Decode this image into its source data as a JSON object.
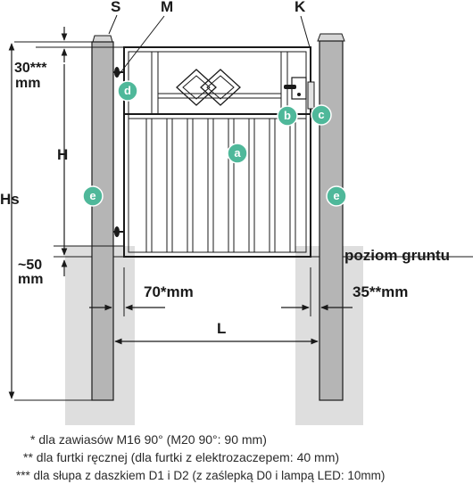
{
  "labels": {
    "top_s": "S",
    "top_m": "M",
    "top_k": "K",
    "dim_30": "30***",
    "dim_30_unit": "mm",
    "dim_h": "H",
    "dim_hs": "Hs",
    "dim_50": "~50",
    "dim_50_unit": "mm",
    "ground": "poziom gruntu",
    "dim_70": "70*mm",
    "dim_35": "35**mm",
    "dim_l": "L"
  },
  "badges": {
    "a": "a",
    "b": "b",
    "c": "c",
    "d": "d",
    "e_left": "e",
    "e_right": "e"
  },
  "footnotes": [
    "* dla zawiasów M16 90° (M20 90°: 90 mm)",
    "** dla furtki ręcznej (dla furtki z elektrozaczepem: 40 mm)",
    "*** dla słupa z daszkiem D1 i D2 (z zaślepką D0 i lampą LED: 10mm)"
  ],
  "colors": {
    "badge": "#4fb89a",
    "post": "#b5b5b5",
    "footing": "#dedede",
    "line": "#1a1a1a"
  }
}
